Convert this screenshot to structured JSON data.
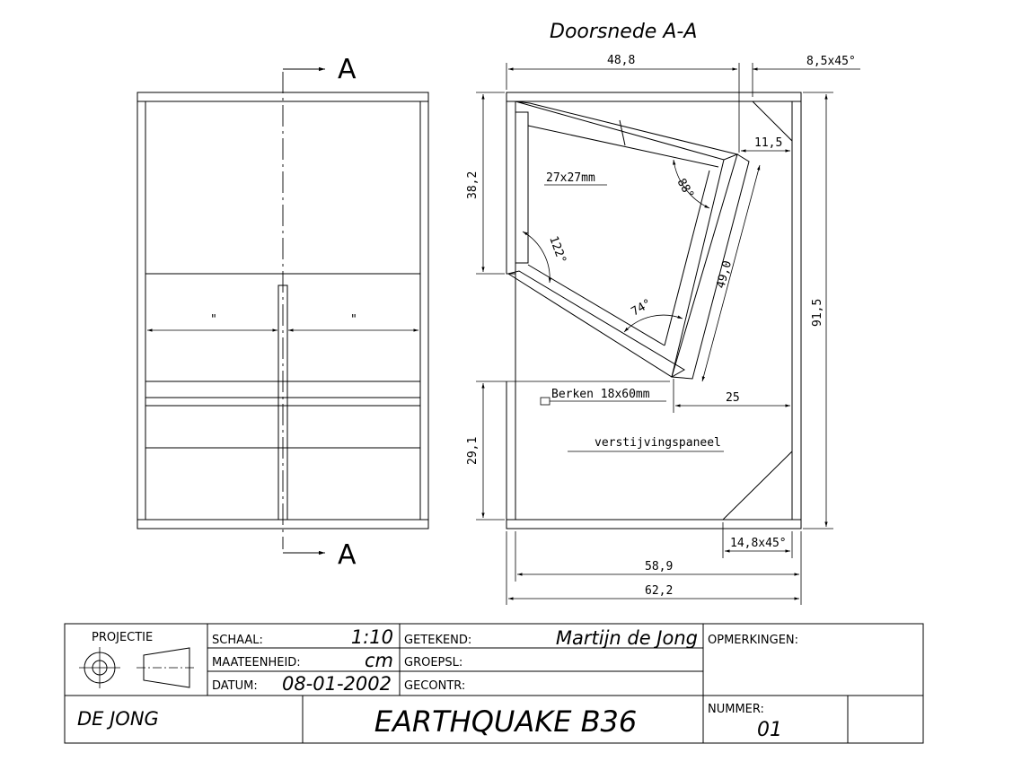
{
  "drawing": {
    "section_title": "Doorsnede A-A",
    "section_marker": "A",
    "dimensions": {
      "top_width": "48,8",
      "chamfer_top": "8,5x45°",
      "inner_offset": "11,5",
      "left_upper": "38,2",
      "left_lower": "29,1",
      "right_height": "91,5",
      "slant_length": "49,0",
      "bottom_offset": "25",
      "chamfer_bottom": "14,8x45°",
      "inner_width": "58,9",
      "total_width": "62,2"
    },
    "angles": {
      "a88": "88°",
      "a122": "122°",
      "a74": "74°"
    },
    "notes": {
      "batten": "27x27mm",
      "berken": "Berken 18x60mm",
      "stiffener": "verstijvingspaneel",
      "tick": "\""
    }
  },
  "title_block": {
    "projectie_label": "PROJECTIE",
    "schaal_label": "SCHAAL:",
    "schaal_value": "1:10",
    "maateenheid_label": "MAATEENHEID:",
    "maateenheid_value": "cm",
    "datum_label": "DATUM:",
    "datum_value": "08-01-2002",
    "getekend_label": "GETEKEND:",
    "getekend_value": "Martijn de Jong",
    "groepsl_label": "GROEPSL:",
    "gecontr_label": "GECONTR:",
    "opmerkingen_label": "OPMERKINGEN:",
    "company": "DE JONG",
    "title": "EARTHQUAKE B36",
    "nummer_label": "NUMMER:",
    "nummer_value": "01"
  }
}
